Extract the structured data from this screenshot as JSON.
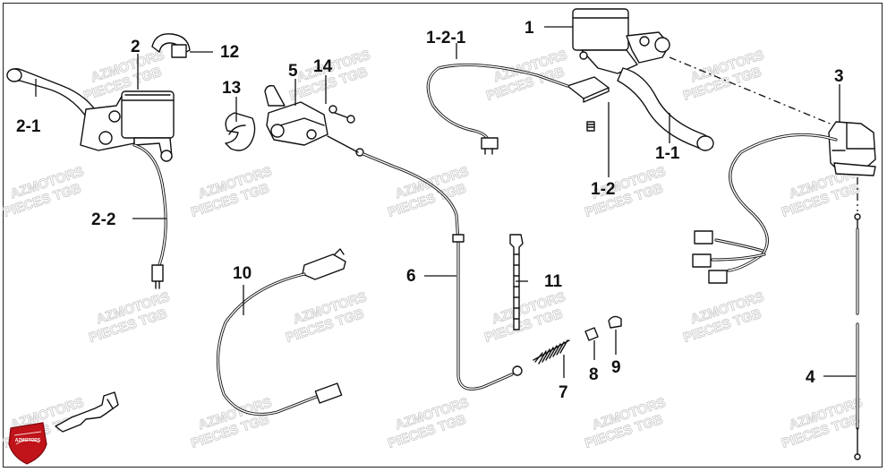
{
  "watermark": {
    "line1": "AZMOTORS",
    "line2": "PIECES TGB"
  },
  "logo": {
    "text": "AZMOTORS",
    "color": "#c0141a"
  },
  "parts": [
    {
      "id": "p1",
      "label": "1"
    },
    {
      "id": "p1-1",
      "label": "1-1"
    },
    {
      "id": "p1-2",
      "label": "1-2"
    },
    {
      "id": "p1-2-1",
      "label": "1-2-1"
    },
    {
      "id": "p2",
      "label": "2"
    },
    {
      "id": "p2-1",
      "label": "2-1"
    },
    {
      "id": "p2-2",
      "label": "2-2"
    },
    {
      "id": "p3",
      "label": "3"
    },
    {
      "id": "p4",
      "label": "4"
    },
    {
      "id": "p5",
      "label": "5"
    },
    {
      "id": "p6",
      "label": "6"
    },
    {
      "id": "p7",
      "label": "7"
    },
    {
      "id": "p8",
      "label": "8"
    },
    {
      "id": "p9",
      "label": "9"
    },
    {
      "id": "p10",
      "label": "10"
    },
    {
      "id": "p11",
      "label": "11"
    },
    {
      "id": "p12",
      "label": "12"
    },
    {
      "id": "p13",
      "label": "13"
    },
    {
      "id": "p14",
      "label": "14"
    }
  ]
}
